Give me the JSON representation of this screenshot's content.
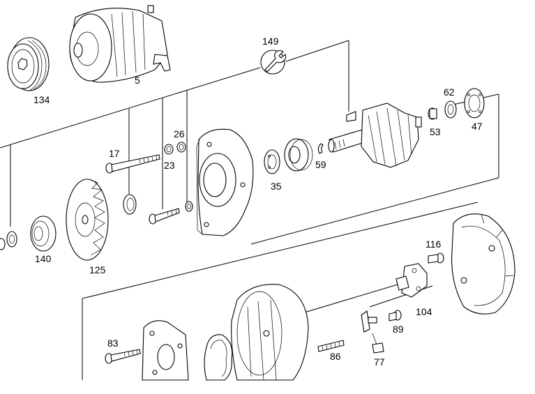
{
  "diagram": {
    "colors": {
      "line": "#000000",
      "background": "#ffffff"
    },
    "labels": {
      "p5": "5",
      "p134": "134",
      "p149": "149",
      "p62": "62",
      "p53": "53",
      "p47": "47",
      "p26": "26",
      "p17": "17",
      "p23": "23",
      "p59": "59",
      "p35": "35",
      "p140": "140",
      "p125": "125",
      "p116": "116",
      "p104": "104",
      "p89": "89",
      "p83": "83",
      "p86": "86",
      "p77": "77"
    },
    "icons": {
      "tool": "wrench-icon"
    }
  }
}
